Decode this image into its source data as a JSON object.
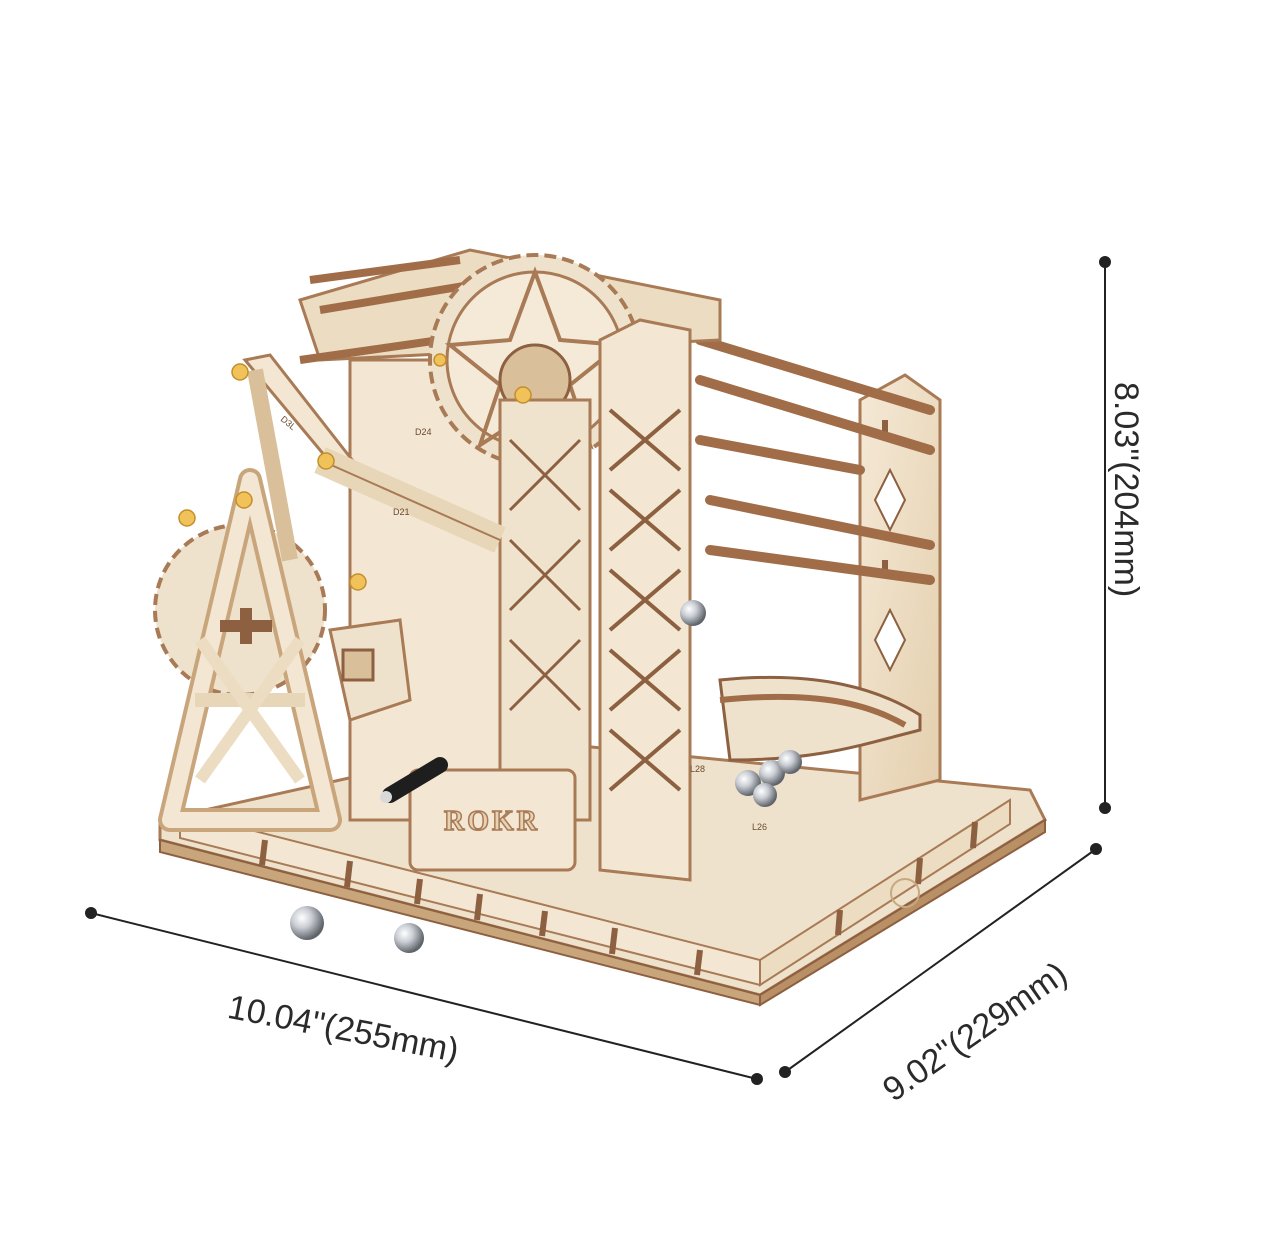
{
  "product": {
    "brand_logo_text": "ROKR",
    "part_labels": [
      "D3L",
      "D21",
      "D24",
      "L26",
      "L28"
    ]
  },
  "dimensions": {
    "width_label": "10.04''(255mm)",
    "depth_label": "9.02''(229mm)",
    "height_label": "8.03''(204mm)"
  },
  "colors": {
    "background": "#ffffff",
    "wood_light": "#f1e3cd",
    "wood_mid": "#e2cba8",
    "wood_edge": "#a87a55",
    "wood_dark": "#7b5236",
    "pin_yellow": "#f2c25a",
    "steel_ball": "#c9cdd3",
    "dimension_line": "#222222"
  }
}
